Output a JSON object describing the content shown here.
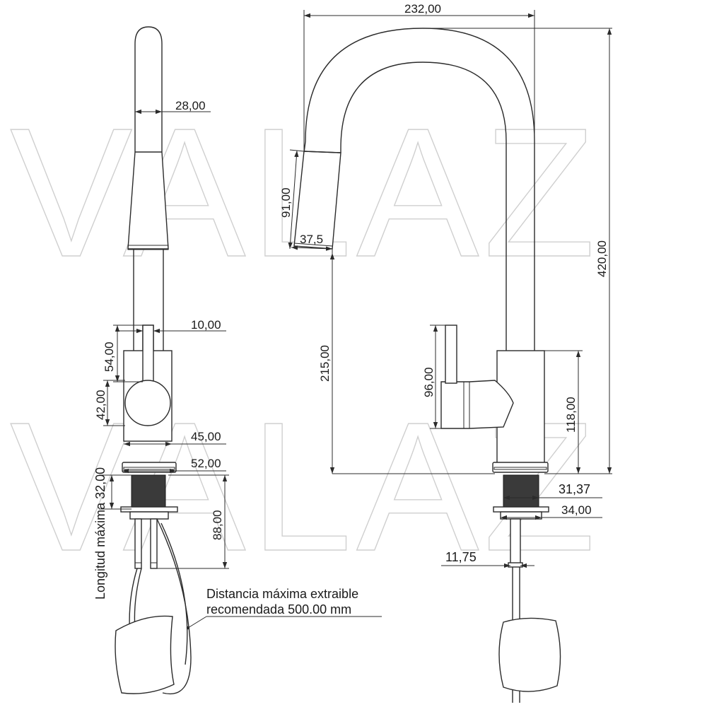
{
  "watermark": "VALAZ",
  "side_view_dims": {
    "spout_width": "28,00",
    "lever_width": "10,00",
    "lever_height": "54,00",
    "body_circle": "42,00",
    "body_width": "45,00",
    "flange_width": "52,00",
    "max_length_label": "Longitud máxima 32,00",
    "shank_length": "88,00"
  },
  "front_view_dims": {
    "total_width": "232,00",
    "total_height": "420,00",
    "spray_head_length": "91,00",
    "spray_head_offset": "37,5",
    "outlet_height": "215,00",
    "lever_height": "96,00",
    "body_height": "118,00",
    "flange_diameter": "31,37",
    "nut_diameter": "34,00",
    "hose_diameter": "11,75"
  },
  "notes": {
    "line1": "Distancia máxima extraible",
    "line2": "recomendada 500.00 mm"
  }
}
